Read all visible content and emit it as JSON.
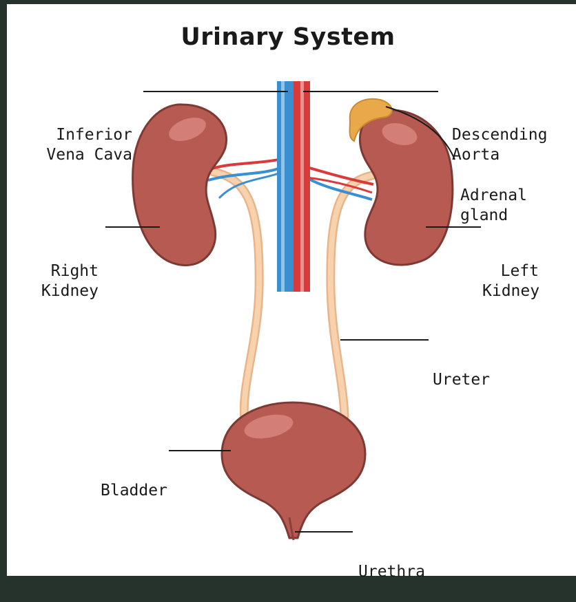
{
  "title": "Urinary System",
  "labels": {
    "ivc": [
      "Inferior",
      "Vena Cava"
    ],
    "aorta": [
      "Descending",
      "Aorta"
    ],
    "adrenal": [
      "Adrenal",
      "gland"
    ],
    "right_kidney": [
      "Right",
      "Kidney"
    ],
    "left_kidney": [
      "Left",
      "Kidney"
    ],
    "ureter": [
      "Ureter"
    ],
    "bladder": [
      "Bladder"
    ],
    "urethra": [
      "Urethra"
    ]
  },
  "colors": {
    "background": "#ffffff",
    "border": "#26332c",
    "kidney": "#b65a52",
    "kidney_highlight": "#d37f77",
    "ureter": "#f5c8a0",
    "vein": "#3a8fd0",
    "artery": "#d93a3a",
    "adrenal": "#e9a94a"
  }
}
